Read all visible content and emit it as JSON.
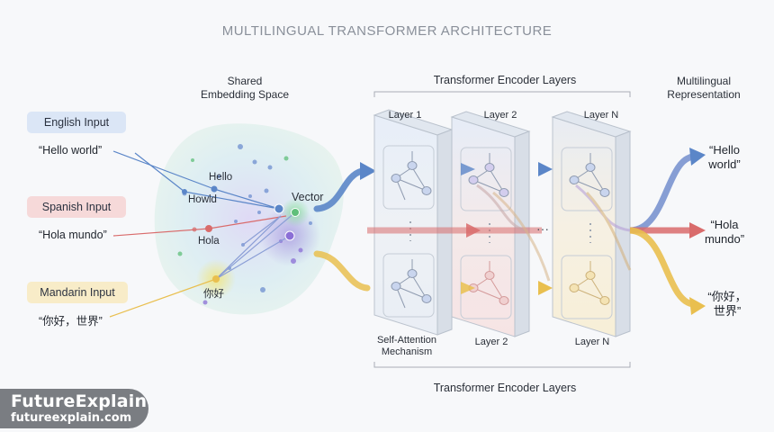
{
  "title": "MULTILINGUAL TRANSFORMER ARCHITECTURE",
  "embedding": {
    "heading_line1": "Shared",
    "heading_line2": "Embedding Space",
    "nodes": {
      "hello": "Hello",
      "howld": "Howld",
      "hola": "Hola",
      "nihao": "你好",
      "vector": "Vector"
    }
  },
  "inputs": [
    {
      "label": "English Input",
      "phrase": "“Hello world”",
      "color": "#dbe6f6"
    },
    {
      "label": "Spanish Input",
      "phrase": "“Hola mundo”",
      "color": "#f6d9d9"
    },
    {
      "label": "Mandarin Input",
      "phrase": "“你好，世界”",
      "color": "#f8ecc8"
    }
  ],
  "encoder": {
    "top_heading": "Transformer Encoder Layers",
    "bottom_heading": "Transformer Encoder Layers",
    "layers_top": [
      "Layer 1",
      "Layer 2",
      "Layer N"
    ],
    "layers_bottom": [
      "Layer 2",
      "Layer N"
    ],
    "self_attention_line1": "Self-Attention",
    "self_attention_line2": "Mechanism",
    "ellipsis": "···"
  },
  "output": {
    "heading_line1": "Multilingual",
    "heading_line2": "Representation",
    "items": [
      {
        "line1": "“Hello",
        "line2": "world”"
      },
      {
        "line1": "“Hola",
        "line2": "mundo”"
      },
      {
        "line1": "“你好，",
        "line2": "世界”"
      }
    ]
  },
  "colors": {
    "blue": "#5b86c8",
    "red": "#d96b6b",
    "yellow": "#e9bf4f",
    "purple": "#8b6fd6",
    "green": "#5fbf7a"
  },
  "brand": {
    "name": "FutureExplain",
    "url": "futureexplain.com"
  }
}
